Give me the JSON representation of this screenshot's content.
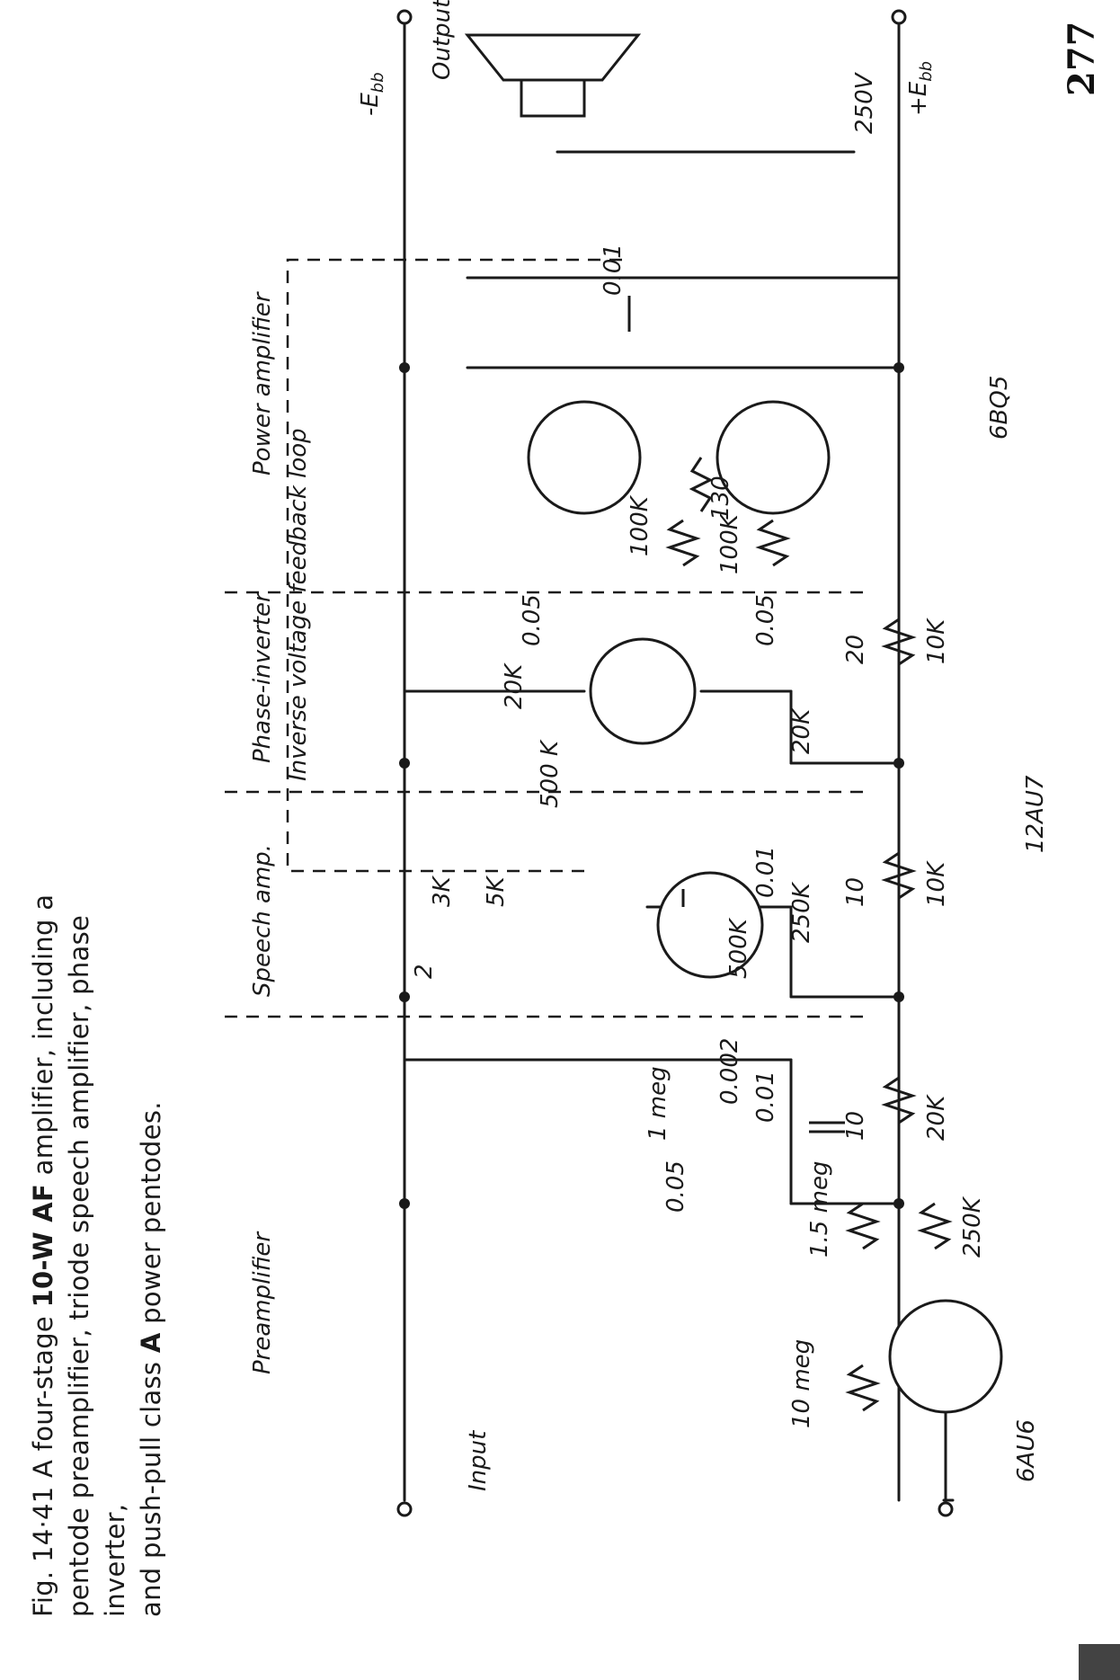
{
  "caption": {
    "fig_number": "Fig. 14·41",
    "line1_pre": "A four-stage ",
    "line1_bold": "10-W AF",
    "line1_post": " amplifier, including a",
    "line2": "pentode preamplifier, triode speech amplifier, phase inverter,",
    "line3_pre": "and push-pull class ",
    "line3_bold": "A",
    "line3_post": " power pentodes."
  },
  "page_number": "277",
  "tubes": {
    "preamp": "6AU6",
    "driver": "12AU7",
    "output": "6BQ5"
  },
  "supply": {
    "plus": "+E",
    "plus_sub": "bb",
    "voltage": "250V",
    "minus": "-E",
    "minus_sub": "bb"
  },
  "stages": {
    "preamplifier": "Preamplifier",
    "speech": "Speech amp.",
    "phase": "Phase-inverter",
    "power": "Power amplifier"
  },
  "feedback_label": "Inverse voltage feedback loop",
  "io": {
    "input": "Input",
    "output": "Output"
  },
  "components": {
    "r_10meg": "10 meg",
    "r_250k_a": "250K",
    "r_1_5meg": "1.5 meg",
    "c_0_05_a": "0.05",
    "r_20k_a": "20K",
    "c_10_a": "10",
    "c_0_01_a": "0.01",
    "c_0_002": "0.002",
    "r_1meg": "1 meg",
    "r_500k_a": "500K",
    "r_10k_a": "10K",
    "c_10_b": "10",
    "r_250k_b": "250K",
    "c_0_01_b": "0.01",
    "r_5k": "5K",
    "r_3k": "3K",
    "c_2": "2",
    "r_500k_b": "500 K",
    "r_10k_b": "10K",
    "c_20": "20",
    "r_20k_b": "20K",
    "r_20k_c": "20K",
    "c_0_05_b": "0.05",
    "c_0_05_c": "0.05",
    "r_100k_a": "100K",
    "r_100k_b": "100K",
    "r_130": "130",
    "c_0_01_c": "0.01"
  }
}
